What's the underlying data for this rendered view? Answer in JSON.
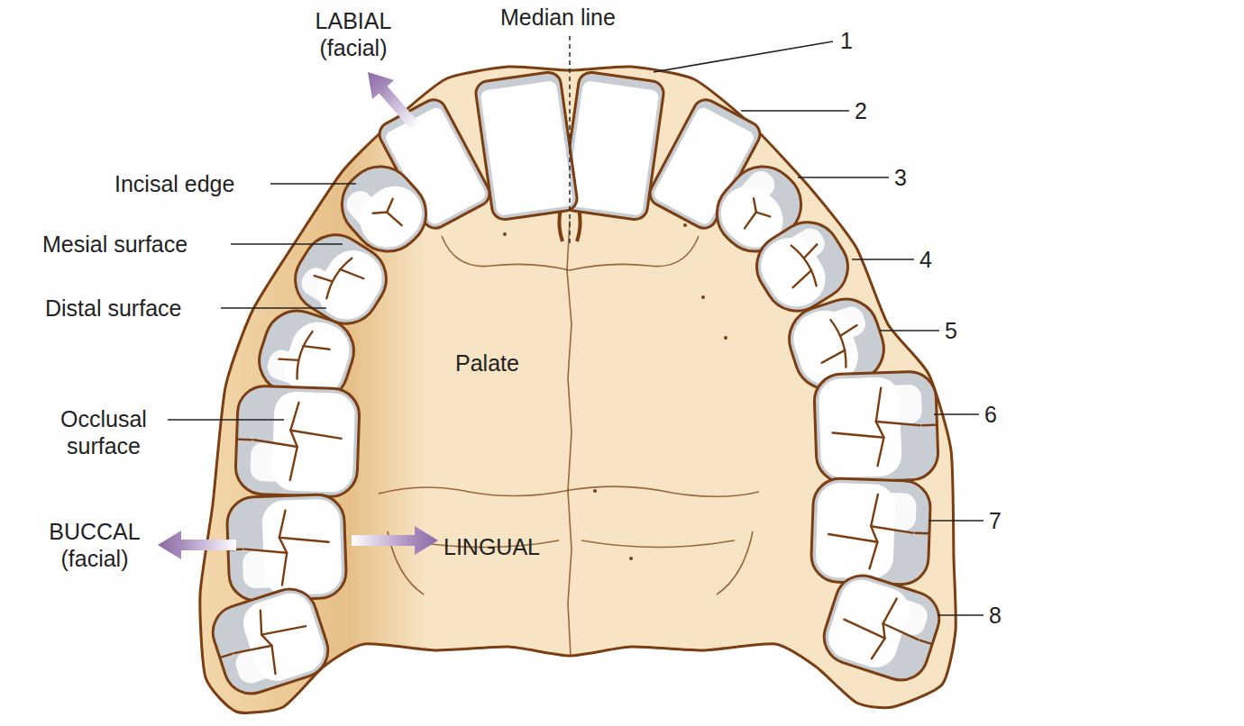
{
  "diagram": {
    "labels": [
      "LABIAL (facial)",
      "Median line",
      "1",
      "2",
      "Incisal edge",
      "3",
      "Mesial surface",
      "4",
      "Distal surface",
      "5",
      "Palate",
      "6",
      "Occlusal surface",
      "7",
      "BUCCAL (facial)",
      "LINGUAL",
      "8"
    ]
  }
}
